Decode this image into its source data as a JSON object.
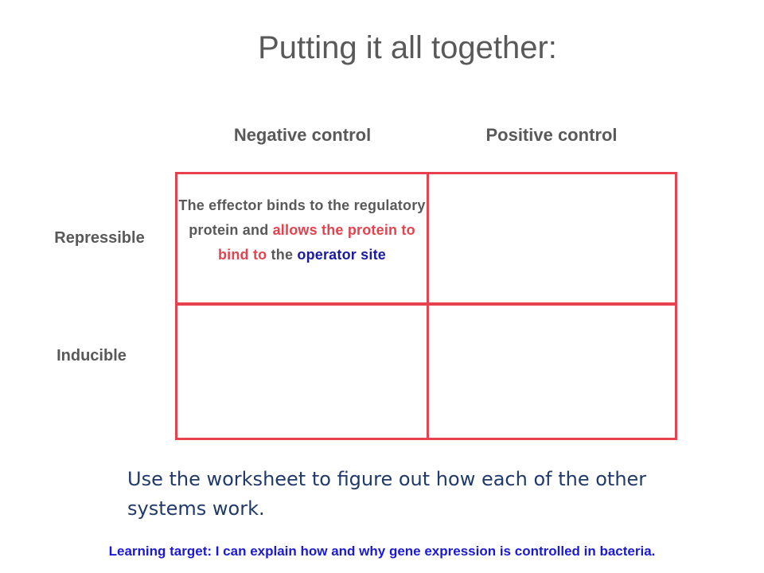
{
  "slide": {
    "title": "Putting it all together:"
  },
  "table": {
    "col_headers": [
      "Negative control",
      "Positive control"
    ],
    "row_headers": [
      "Repressible",
      "Inducible"
    ],
    "cells": {
      "repressible_negative": {
        "part1": "The effector binds to the regulatory protein and ",
        "part2": "allows the protein to bind to",
        "part3": " the ",
        "part4": "operator site"
      }
    },
    "colors": {
      "border": "#e8414e",
      "highlight_red": "#e8414e",
      "highlight_blue": "#1a1aa6"
    }
  },
  "instruction": "Use the worksheet to figure out how each of the other systems work.",
  "footer": "Learning target: I can explain how and why gene expression is controlled in bacteria."
}
